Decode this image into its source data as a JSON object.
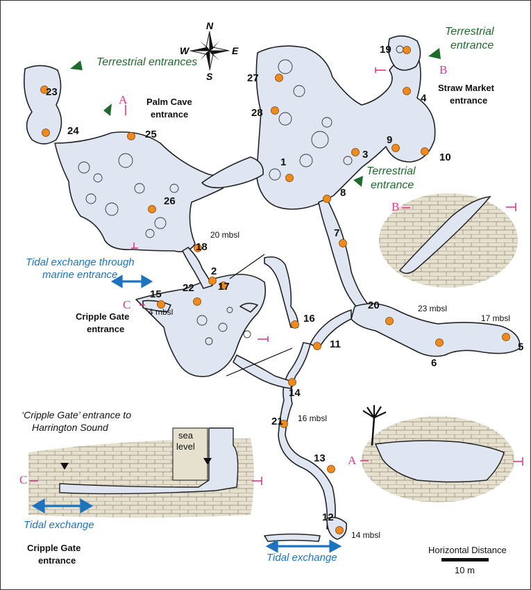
{
  "compass": {
    "n": "N",
    "s": "S",
    "e": "E",
    "w": "W"
  },
  "sites": [
    {
      "id": "1"
    },
    {
      "id": "2"
    },
    {
      "id": "3"
    },
    {
      "id": "4"
    },
    {
      "id": "5"
    },
    {
      "id": "6"
    },
    {
      "id": "7"
    },
    {
      "id": "8"
    },
    {
      "id": "9"
    },
    {
      "id": "10"
    },
    {
      "id": "11"
    },
    {
      "id": "12"
    },
    {
      "id": "13"
    },
    {
      "id": "14"
    },
    {
      "id": "15"
    },
    {
      "id": "16"
    },
    {
      "id": "17"
    },
    {
      "id": "18"
    },
    {
      "id": "19"
    },
    {
      "id": "20"
    },
    {
      "id": "21"
    },
    {
      "id": "22"
    },
    {
      "id": "23"
    },
    {
      "id": "24"
    },
    {
      "id": "25"
    },
    {
      "id": "26"
    },
    {
      "id": "27"
    },
    {
      "id": "28"
    }
  ],
  "depths": {
    "d20": "20 mbsl",
    "d4": "4 mbsl",
    "d23": "23 mbsl",
    "d17": "17 mbsl",
    "d16": "16 mbsl",
    "d14": "14 mbsl"
  },
  "labels": {
    "terr_entrances": "Terrestrial entrances",
    "terr_entrance_ne_1": "Terrestrial",
    "terr_entrance_ne_2": "entrance",
    "terr_entrance_mid_1": "Terrestrial",
    "terr_entrance_mid_2": "entrance",
    "palm_cave_1": "Palm Cave",
    "palm_cave_2": "entrance",
    "straw_1": "Straw Market",
    "straw_2": "entrance",
    "tidal_marine_1": "Tidal exchange through",
    "tidal_marine_2": "marine entrance",
    "cripple_1": "Cripple Gate",
    "cripple_2": "entrance",
    "cripple_harrington_1": "‘Cripple Gate’ entrance to",
    "cripple_harrington_2": "Harrington Sound",
    "sea_level_1": "sea",
    "sea_level_2": "level",
    "tidal_exchange_left": "Tidal exchange",
    "cripple_bottom_1": "Cripple Gate",
    "cripple_bottom_2": "entrance",
    "tidal_exchange_bottom": "Tidal exchange",
    "scale_title": "Horizontal Distance",
    "scale_value": "10 m"
  },
  "sections": {
    "a": "A",
    "b": "B",
    "c": "C"
  },
  "colors": {
    "cave": "#dfe6f2",
    "site": "#f08a1c",
    "rock": "#e6e1cf",
    "green": "#1f6b2e",
    "blue": "#1e73c0",
    "pink": "#e0368c"
  }
}
